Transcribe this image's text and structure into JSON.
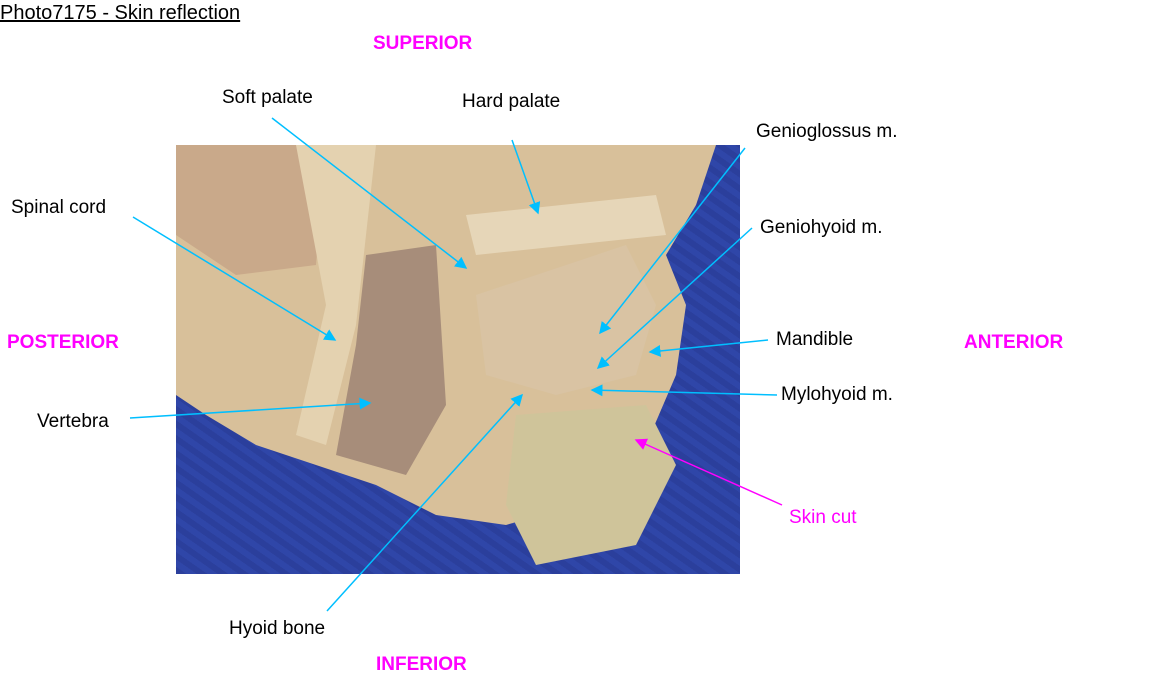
{
  "title": "Photo7175 - Skin reflection",
  "directions": {
    "superior": "SUPERIOR",
    "inferior": "INFERIOR",
    "posterior": "POSTERIOR",
    "anterior": "ANTERIOR"
  },
  "labels": {
    "soft_palate": "Soft palate",
    "hard_palate": "Hard palate",
    "genioglossus": "Genioglossus m.",
    "geniohyoid": "Geniohyoid m.",
    "mandible": "Mandible",
    "mylohyoid": "Mylohyoid m.",
    "skin_cut": "Skin cut",
    "spinal_cord": "Spinal cord",
    "vertebra": "Vertebra",
    "hyoid_bone": "Hyoid bone"
  },
  "colors": {
    "direction": "#ff00ff",
    "leader_line": "#00bfff",
    "skin_cut_line": "#ff00ff",
    "background_cloth": "#2f46a8",
    "tissue": "#d8c09a"
  }
}
